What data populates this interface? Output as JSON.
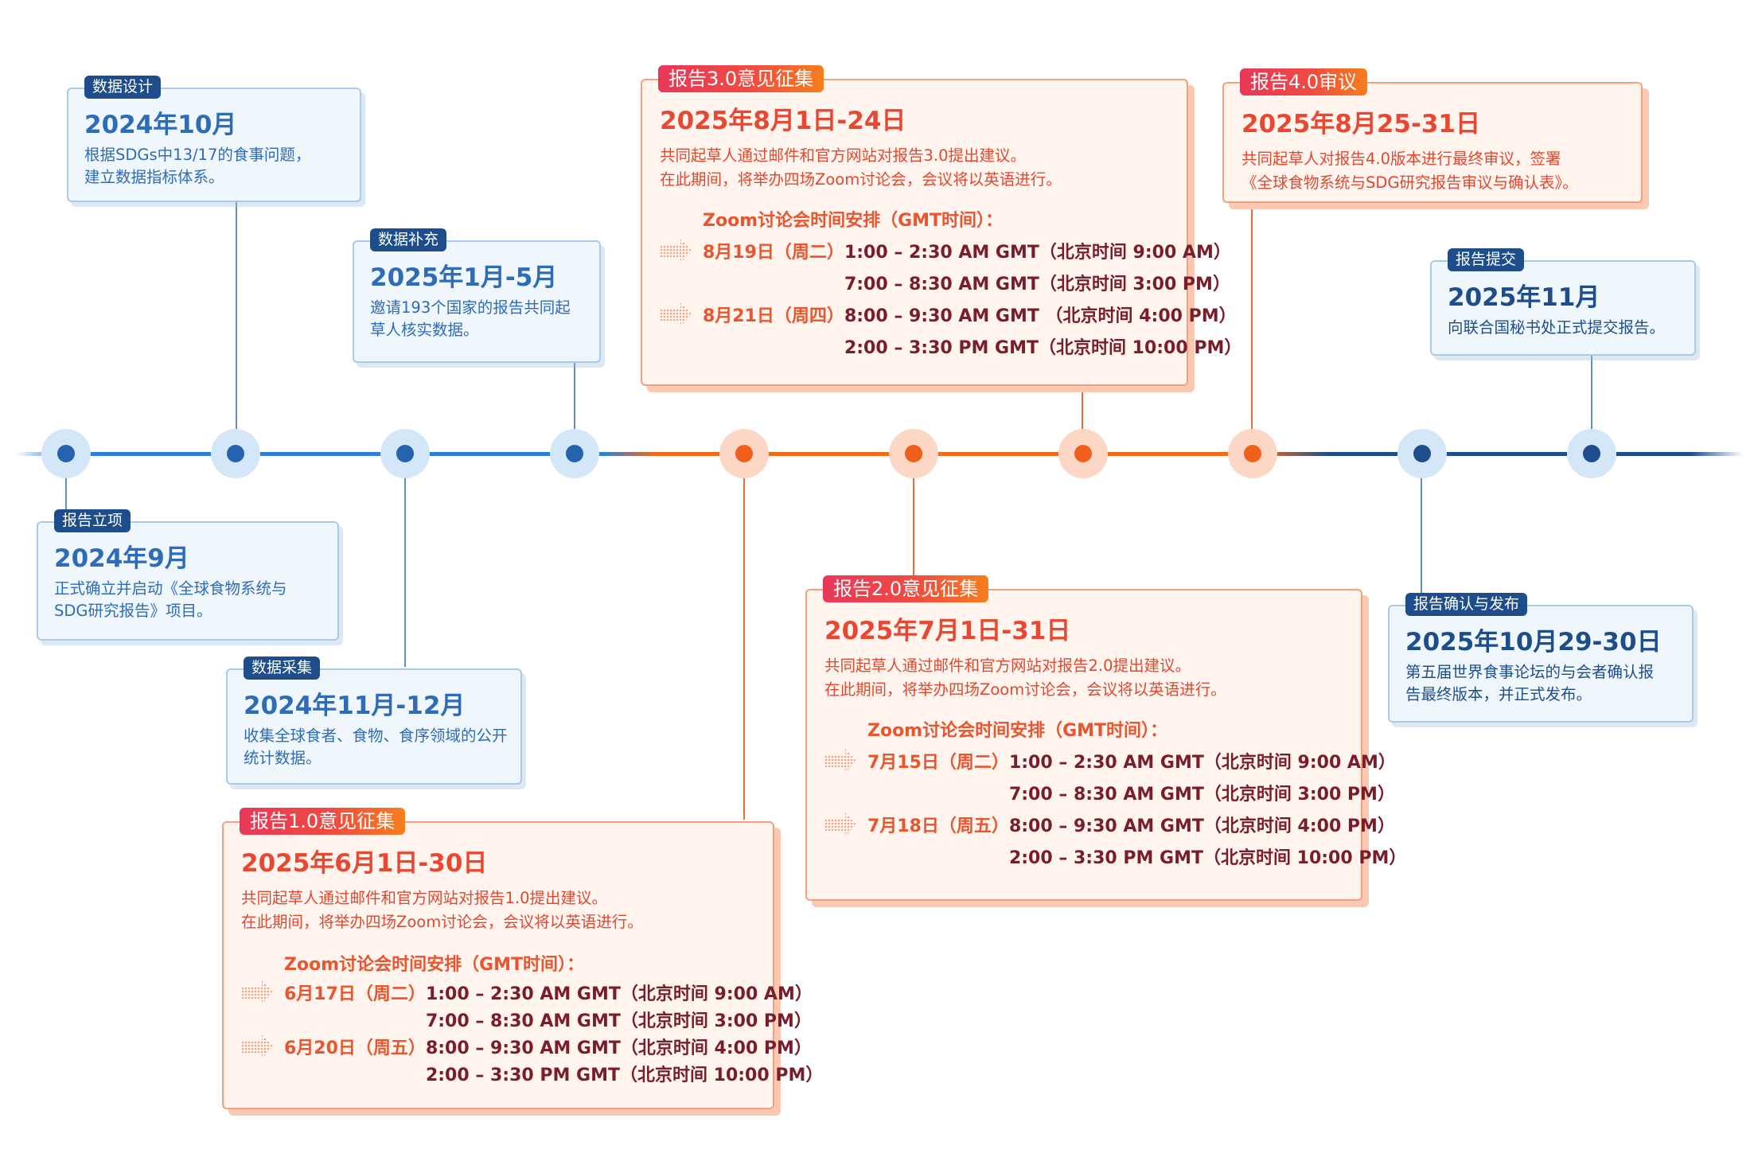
{
  "colors": {
    "blue": "#2e6cb7",
    "dark_blue": "#1e4d8c",
    "orange": "#f0601c",
    "red_orange": "#e84832",
    "dark_red": "#7a1d2a"
  },
  "blue_milestones": {
    "lixiang": {
      "tag": "报告立项",
      "date": "2024年9月",
      "desc1": "正式确立并启动《全球食物系统与",
      "desc2": "SDG研究报告》项目。"
    },
    "sheji": {
      "tag": "数据设计",
      "date": "2024年10月",
      "desc1": "根据SDGs中13/17的食事问题，",
      "desc2": "建立数据指标体系。"
    },
    "caiji": {
      "tag": "数据采集",
      "date": "2024年11月-12月",
      "desc1": "收集全球食者、食物、食序领域的公开",
      "desc2": "统计数据。"
    },
    "buchong": {
      "tag": "数据补充",
      "date": "2025年1月-5月",
      "desc1": "邀请193个国家的报告共同起",
      "desc2": "草人核实数据。"
    },
    "fabu": {
      "tag": "报告确认与发布",
      "date": "2025年10月29-30日",
      "desc1": "第五届世界食事论坛的与会者确认报",
      "desc2": "告最终版本，并正式发布。"
    },
    "tijiao": {
      "tag": "报告提交",
      "date": "2025年11月",
      "desc1": "向联合国秘书处正式提交报告。"
    }
  },
  "orange_milestones": {
    "r1": {
      "tag": "报告1.0意见征集",
      "date": "2025年6月1日-30日",
      "desc1": "共同起草人通过邮件和官方网站对报告1.0提出建议。",
      "desc2": "在此期间，将举办四场Zoom讨论会，会议将以英语进行。",
      "sched_title": "Zoom讨论会时间安排（GMT时间）：",
      "day1": "6月17日（周二）",
      "t1a": "1:00 – 2:30 AM GMT（北京时间 9:00 AM）",
      "t1b": "7:00 – 8:30 AM GMT（北京时间 3:00 PM）",
      "day2": "6月20日（周五）",
      "t2a": "8:00 – 9:30 AM GMT（北京时间 4:00 PM）",
      "t2b": "2:00 – 3:30 PM GMT（北京时间 10:00 PM）"
    },
    "r2": {
      "tag": "报告2.0意见征集",
      "date": "2025年7月1日-31日",
      "desc1": "共同起草人通过邮件和官方网站对报告2.0提出建议。",
      "desc2": "在此期间，将举办四场Zoom讨论会，会议将以英语进行。",
      "sched_title": "Zoom讨论会时间安排（GMT时间）：",
      "day1": "7月15日（周二）",
      "t1a": "1:00 – 2:30 AM GMT（北京时间 9:00 AM）",
      "t1b": "7:00 – 8:30 AM GMT（北京时间 3:00 PM）",
      "day2": "7月18日（周五）",
      "t2a": "8:00 – 9:30 AM GMT（北京时间 4:00 PM）",
      "t2b": "2:00 – 3:30 PM GMT（北京时间 10:00 PM）"
    },
    "r3": {
      "tag": "报告3.0意见征集",
      "date": "2025年8月1日-24日",
      "desc1": "共同起草人通过邮件和官方网站对报告3.0提出建议。",
      "desc2": "在此期间，将举办四场Zoom讨论会，会议将以英语进行。",
      "sched_title": "Zoom讨论会时间安排（GMT时间）：",
      "day1": "8月19日（周二）",
      "t1a": "1:00 – 2:30 AM GMT（北京时间 9:00 AM）",
      "t1b": "7:00 – 8:30 AM GMT（北京时间 3:00 PM）",
      "day2": "8月21日（周四）",
      "t2a": "8:00 – 9:30 AM GMT （北京时间 4:00 PM）",
      "t2b": "2:00 – 3:30 PM GMT（北京时间 10:00 PM）"
    },
    "r4": {
      "tag": "报告4.0审议",
      "date": "2025年8月25-31日",
      "desc1": "共同起草人对报告4.0版本进行最终审议，签署",
      "desc2": "《全球食物系统与SDG研究报告审议与确认表》。"
    }
  }
}
